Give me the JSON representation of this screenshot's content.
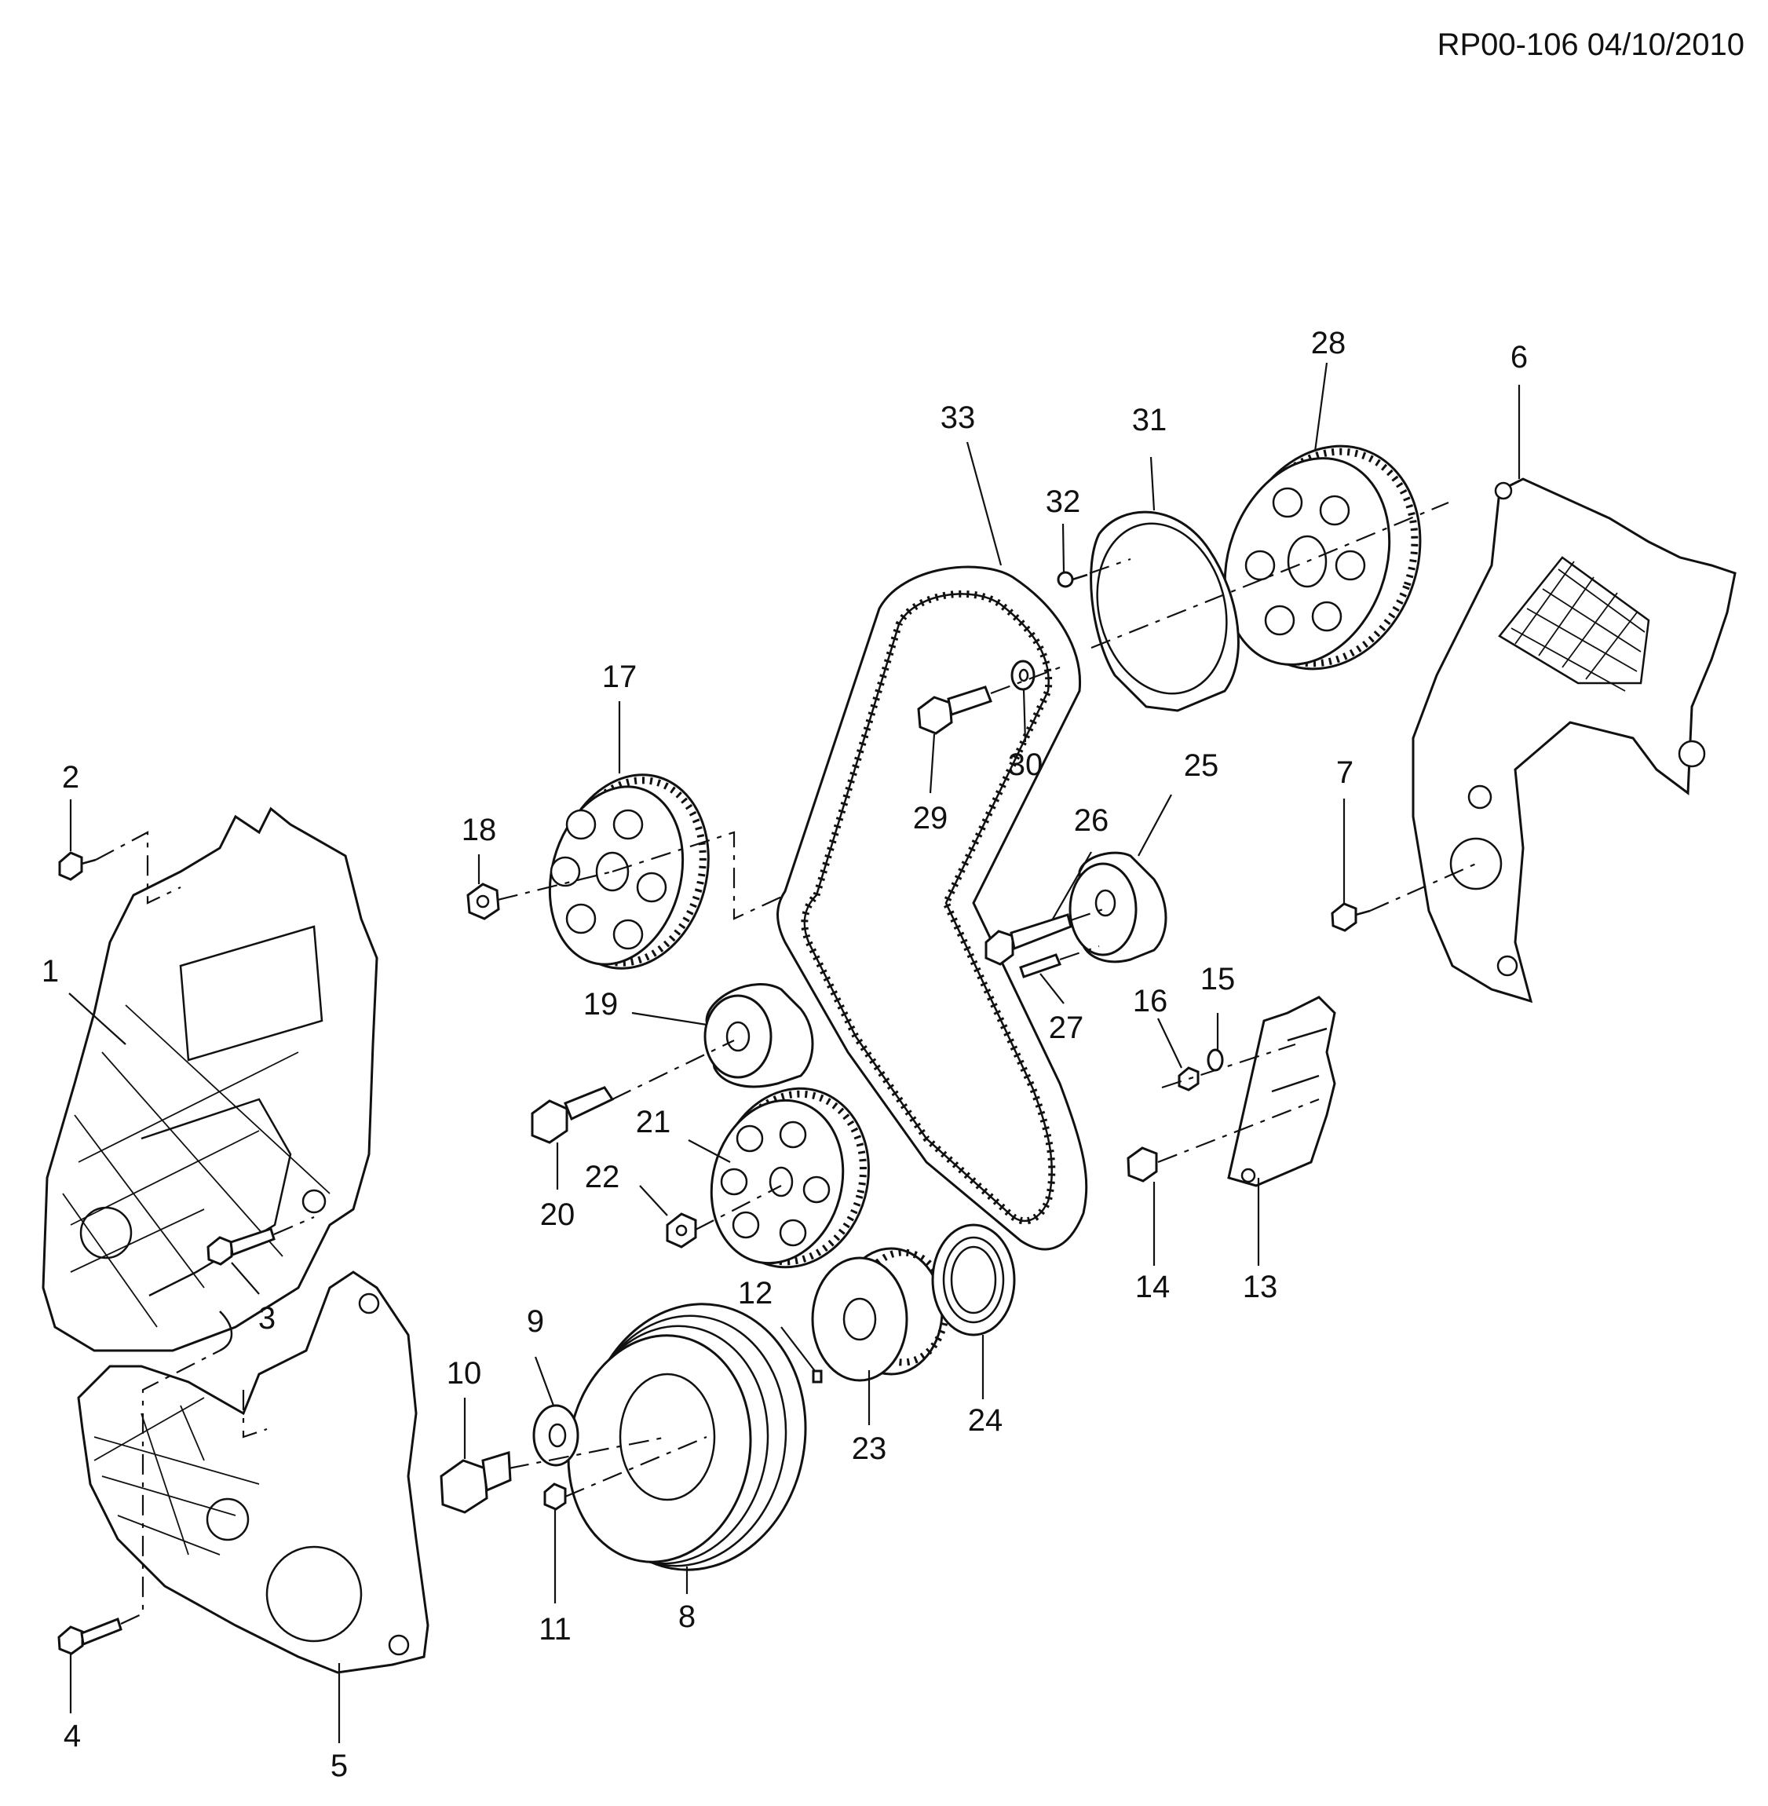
{
  "header": {
    "doc_code": "RP00-106 04/10/2010"
  },
  "callouts": [
    {
      "id": "1",
      "text": "1"
    },
    {
      "id": "2",
      "text": "2"
    },
    {
      "id": "3",
      "text": "3"
    },
    {
      "id": "4",
      "text": "4"
    },
    {
      "id": "5",
      "text": "5"
    },
    {
      "id": "6",
      "text": "6"
    },
    {
      "id": "7",
      "text": "7"
    },
    {
      "id": "8",
      "text": "8"
    },
    {
      "id": "9",
      "text": "9"
    },
    {
      "id": "10",
      "text": "10"
    },
    {
      "id": "11",
      "text": "11"
    },
    {
      "id": "12",
      "text": "12"
    },
    {
      "id": "13",
      "text": "13"
    },
    {
      "id": "14",
      "text": "14"
    },
    {
      "id": "15",
      "text": "15"
    },
    {
      "id": "16",
      "text": "16"
    },
    {
      "id": "17",
      "text": "17"
    },
    {
      "id": "18",
      "text": "18"
    },
    {
      "id": "19",
      "text": "19"
    },
    {
      "id": "20",
      "text": "20"
    },
    {
      "id": "21",
      "text": "21"
    },
    {
      "id": "22",
      "text": "22"
    },
    {
      "id": "23",
      "text": "23"
    },
    {
      "id": "24",
      "text": "24"
    },
    {
      "id": "25",
      "text": "25"
    },
    {
      "id": "26",
      "text": "26"
    },
    {
      "id": "27",
      "text": "27"
    },
    {
      "id": "28",
      "text": "28"
    },
    {
      "id": "29",
      "text": "29"
    },
    {
      "id": "30",
      "text": "30"
    },
    {
      "id": "31",
      "text": "31"
    },
    {
      "id": "32",
      "text": "32"
    },
    {
      "id": "33",
      "text": "33"
    }
  ]
}
